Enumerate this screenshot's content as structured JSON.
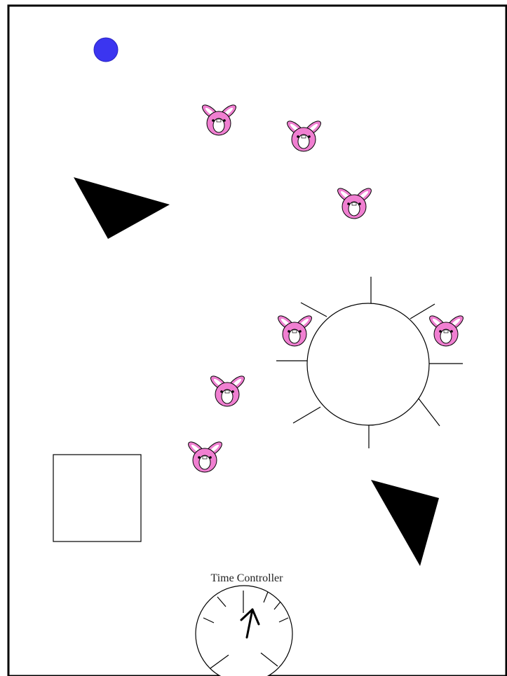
{
  "time_controller": {
    "label": "Time Controller"
  },
  "colors": {
    "ball": "#3b35f0",
    "bunny": "#f07fd1",
    "triangle": "#000000",
    "outline": "#000000",
    "background": "#ffffff"
  },
  "entities": {
    "ball_count": 1,
    "bunny_count": 7,
    "triangle_count": 2,
    "spiked_circle_count": 1,
    "square_count": 1
  },
  "icons": {
    "ball": "blue-ball-icon",
    "bunny": "pink-bunny-icon",
    "triangle": "black-triangle-icon",
    "spiked_circle": "spiked-circle-icon",
    "square": "outlined-square-icon",
    "clock": "clock-icon"
  }
}
